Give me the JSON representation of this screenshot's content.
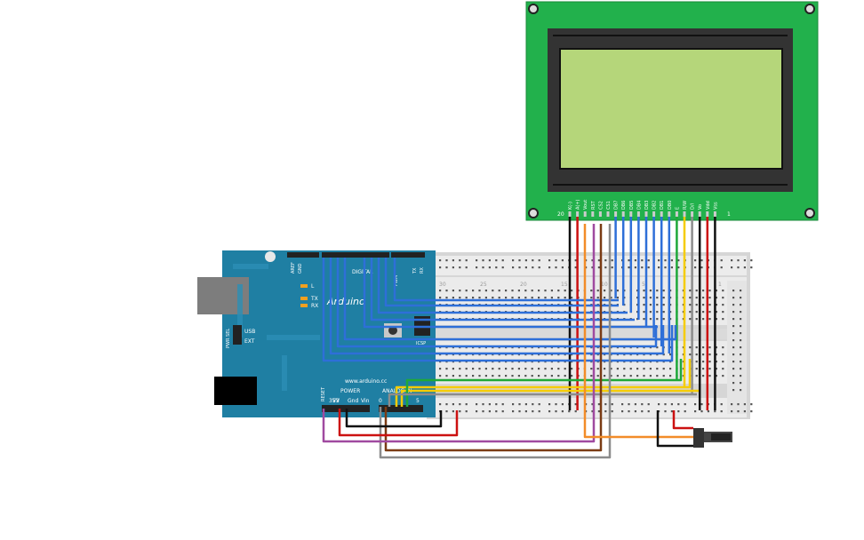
{
  "arduino": {
    "logo": "Arduino",
    "website": "www.arduino.cc",
    "digital_label": "DIGITAL",
    "pwm_label": "PWM",
    "power_label": "POWER",
    "analog_label": "ANALOG IN",
    "aref_label": "AREF",
    "gnd_label": "GND",
    "reset_label": "RESET",
    "v33_label": "3V3",
    "v5_label": "5V",
    "gnd2_label": "Gnd",
    "vin_label": "Vin",
    "a0_label": "0",
    "a5_label": "5",
    "l_label": "L",
    "tx_label": "TX",
    "rx_label": "RX",
    "usb_label": "USB",
    "ext_label": "EXT",
    "pwr_sel_label": "PWR SEL",
    "icsp_label": "ICSP"
  },
  "lcd": {
    "pin_labels": [
      "K(-)",
      "A(+)",
      "Vout",
      "RST",
      "CS2",
      "CS1",
      "DB7",
      "DB6",
      "DB5",
      "DB4",
      "DB3",
      "DB2",
      "DB1",
      "DB0",
      "E",
      "R/W",
      "D/I",
      "Vo",
      "Vdd",
      "Vss"
    ],
    "pin_first": "20",
    "pin_last": "1"
  },
  "breadboard": {
    "col_numbers": [
      "30",
      "25",
      "20",
      "15",
      "10",
      "5",
      "1"
    ]
  },
  "colors": {
    "board_blue": "#1f7fa3",
    "lcd_green": "#22b14c",
    "lcd_screen": "#b5d67a",
    "wire_blue": "#2e6fd8",
    "wire_black": "#111111",
    "wire_red": "#cc1111",
    "wire_yellow": "#f5cc00",
    "wire_green": "#1fa83a",
    "wire_orange": "#f28c28",
    "wire_brown": "#7a3b14",
    "wire_purple": "#a04aa0",
    "wire_gray": "#8c8c8c"
  }
}
